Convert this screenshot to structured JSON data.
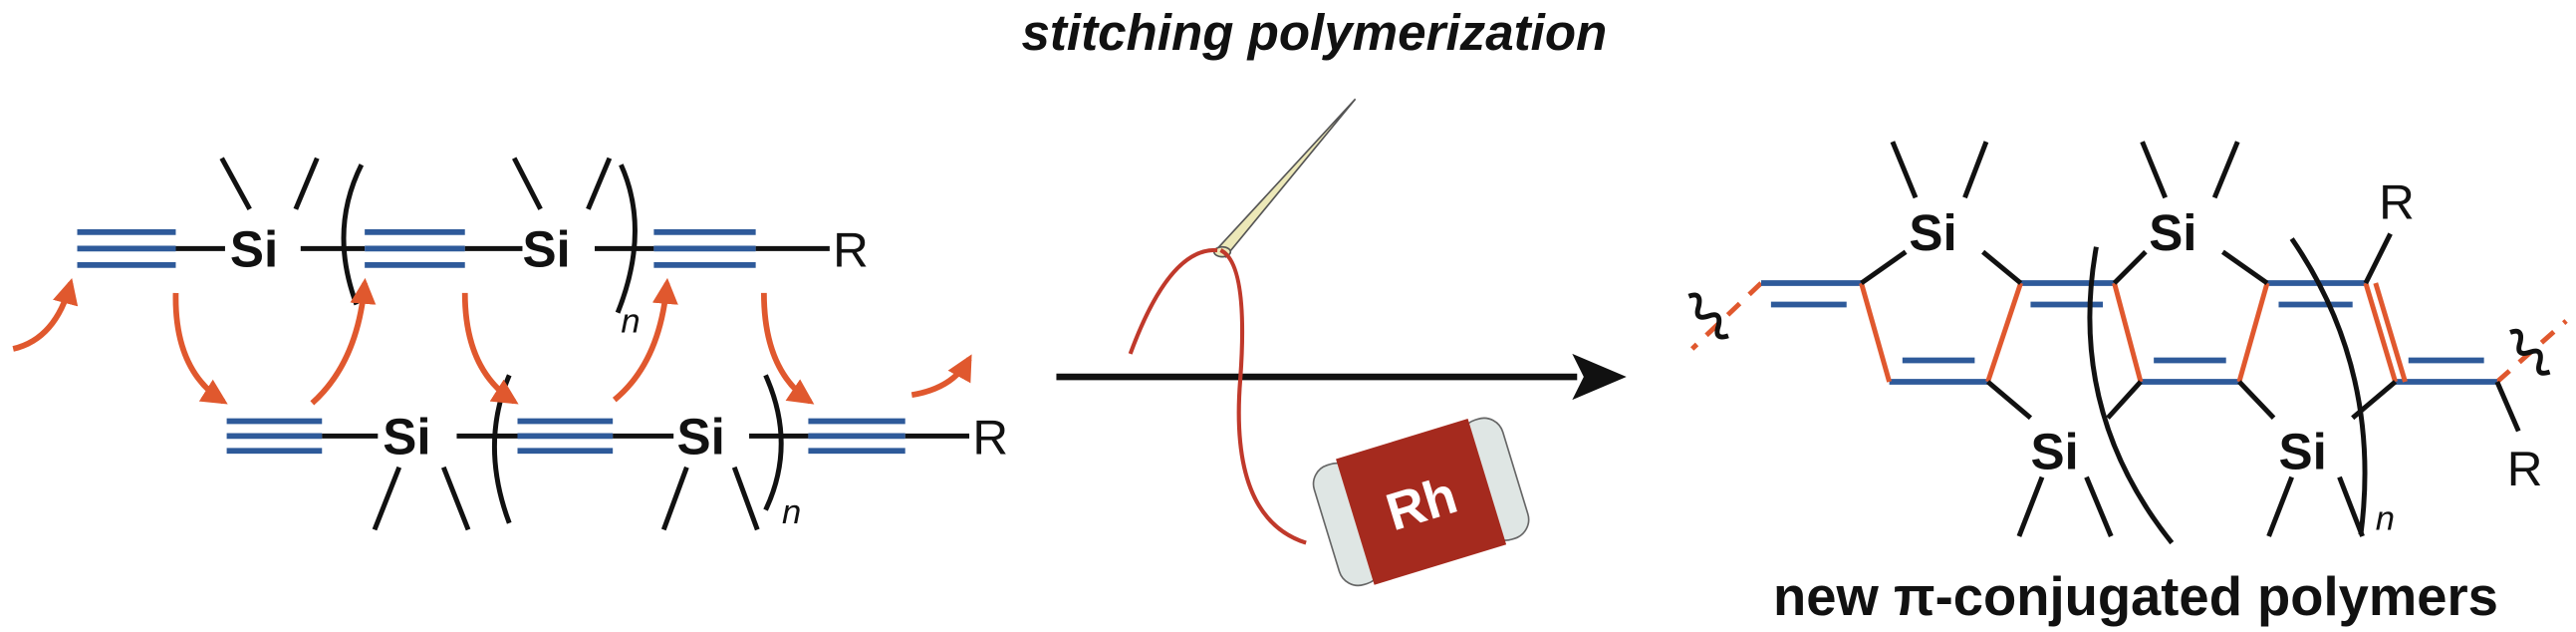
{
  "title": "stitching polymerization",
  "caption": "new π-conjugated polymers",
  "atoms": {
    "si": "Si",
    "r": "R",
    "n": "n",
    "catalyst": "Rh"
  },
  "colors": {
    "alkyne": "#2e5a9a",
    "new_bond": "#e0582e",
    "thread": "#c0392b",
    "spool": "#a52a1e"
  }
}
